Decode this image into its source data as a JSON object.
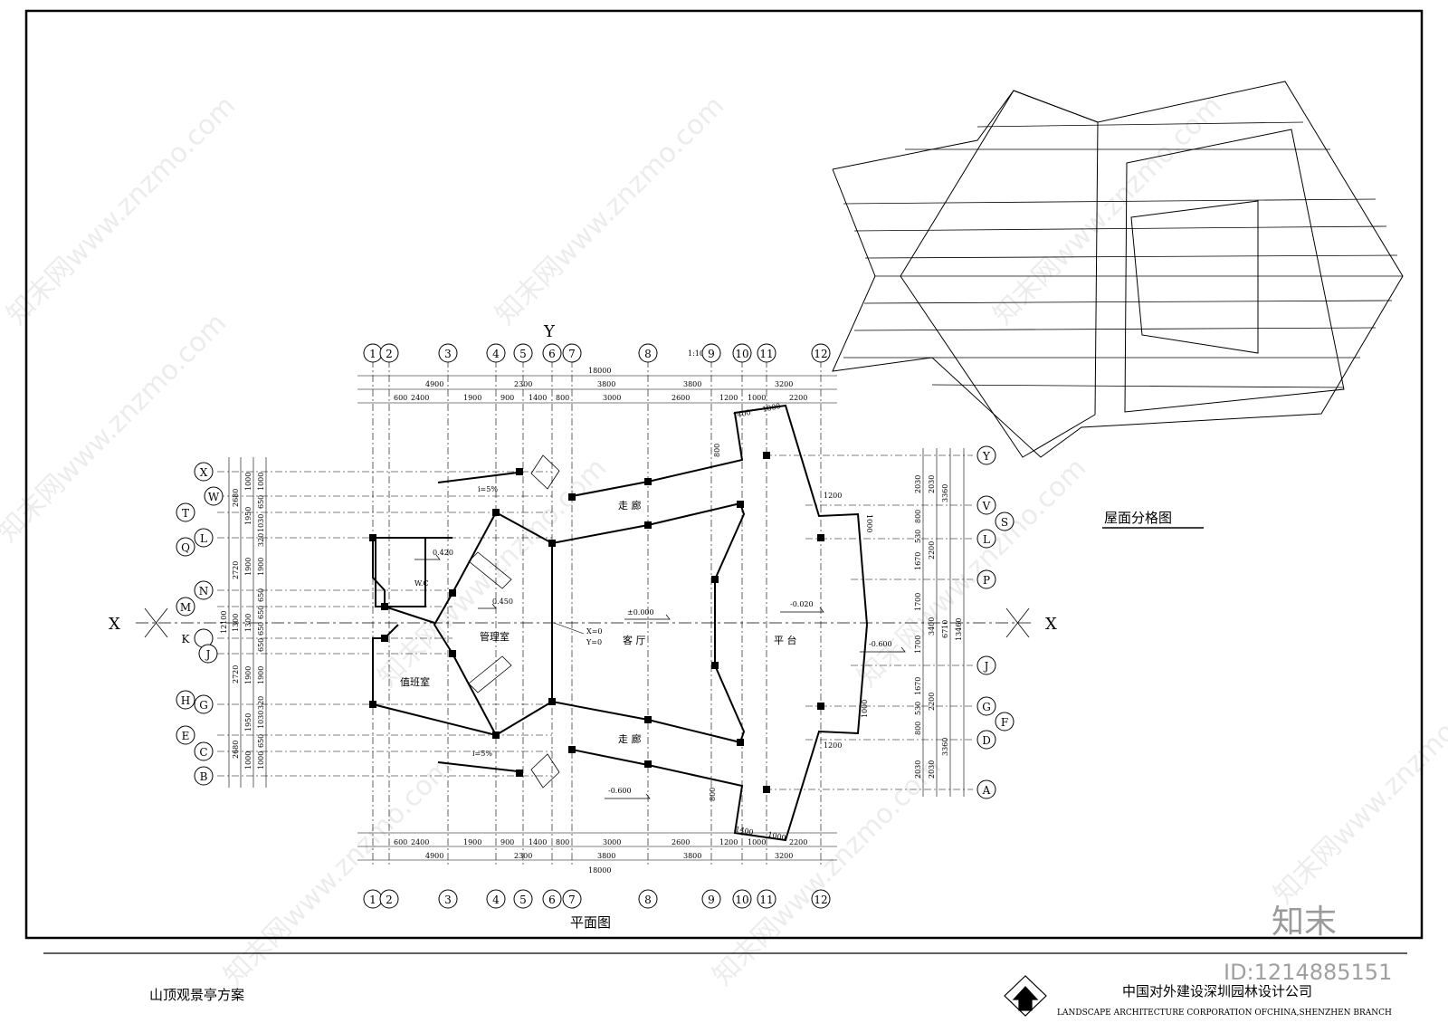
{
  "drawing": {
    "plan_title": "平面图",
    "roof_title": "屋面分格图",
    "scale": "1:100",
    "y_axis_label": "Y",
    "x_axis_label": "X",
    "origin_x": "X=0",
    "origin_y": "Y=0"
  },
  "grid": {
    "top_labels": [
      "1",
      "2",
      "3",
      "4",
      "5",
      "6",
      "7",
      "8",
      "9",
      "10",
      "11",
      "12"
    ],
    "bottom_labels": [
      "1",
      "2",
      "3",
      "4",
      "5",
      "6",
      "7",
      "8",
      "9",
      "10",
      "11",
      "12"
    ],
    "left_labels": [
      "X",
      "W",
      "T",
      "L",
      "Q",
      "N",
      "M",
      "K",
      "J",
      "H",
      "G",
      "E",
      "C",
      "B"
    ],
    "right_labels": [
      "Y",
      "V",
      "S",
      "L",
      "P",
      "J",
      "G",
      "F",
      "D",
      "A"
    ]
  },
  "dimensions": {
    "total": "18000",
    "row1": [
      "4900",
      "2300",
      "3800",
      "3800",
      "3200"
    ],
    "row2": [
      "600",
      "2400",
      "1900",
      "900",
      "1400",
      "800",
      "3000",
      "2600",
      "1200",
      "1000",
      "2200"
    ],
    "corner": [
      "1400",
      "1000",
      "800",
      "1200",
      "1000"
    ],
    "left_col1": [
      "12100"
    ],
    "left_col2": [
      "2680",
      "2720",
      "1300",
      "2720",
      "2680"
    ],
    "left_col3": [
      "1000",
      "1950",
      "1900",
      "1300",
      "1900",
      "1950",
      "1000"
    ],
    "left_col4": [
      "1000",
      "650",
      "1030",
      "320",
      "1900",
      "650",
      "650",
      "650",
      "650",
      "1900",
      "320",
      "1030",
      "650",
      "1000"
    ],
    "right_col1": [
      "13460"
    ],
    "right_col2": [
      "3360",
      "6710",
      "3360"
    ],
    "right_col3": [
      "2030",
      "2200",
      "3400",
      "2200",
      "2030"
    ],
    "right_col4": [
      "2030",
      "800",
      "530",
      "1670",
      "1700",
      "1700",
      "1670",
      "530",
      "800",
      "2030"
    ]
  },
  "rooms": {
    "corridor_top": "走  廊",
    "corridor_bottom": "走  廊",
    "management": "管理室",
    "duty": "值班室",
    "living": "客  厅",
    "platform": "平  台",
    "wc": "W.C"
  },
  "levels": {
    "management": "0.450",
    "wc": "0.420",
    "living": "±0.000",
    "platform": "-0.020",
    "outer_right": "-0.600",
    "outer_bottom": "-0.600",
    "slope_top": "i=5%",
    "slope_bottom": "i=5%"
  },
  "title_block": {
    "project_name": "山顶观景亭方案",
    "company_cn": "中国对外建设深圳园林设计公司",
    "company_en": "LANDSCAPE ARCHITECTURE CORPORATION OFCHINA,SHENZHEN BRANCH"
  },
  "watermark": {
    "text": "知末网www.znzmo.com",
    "brand": "知末",
    "id_text": "ID:1214885151"
  }
}
